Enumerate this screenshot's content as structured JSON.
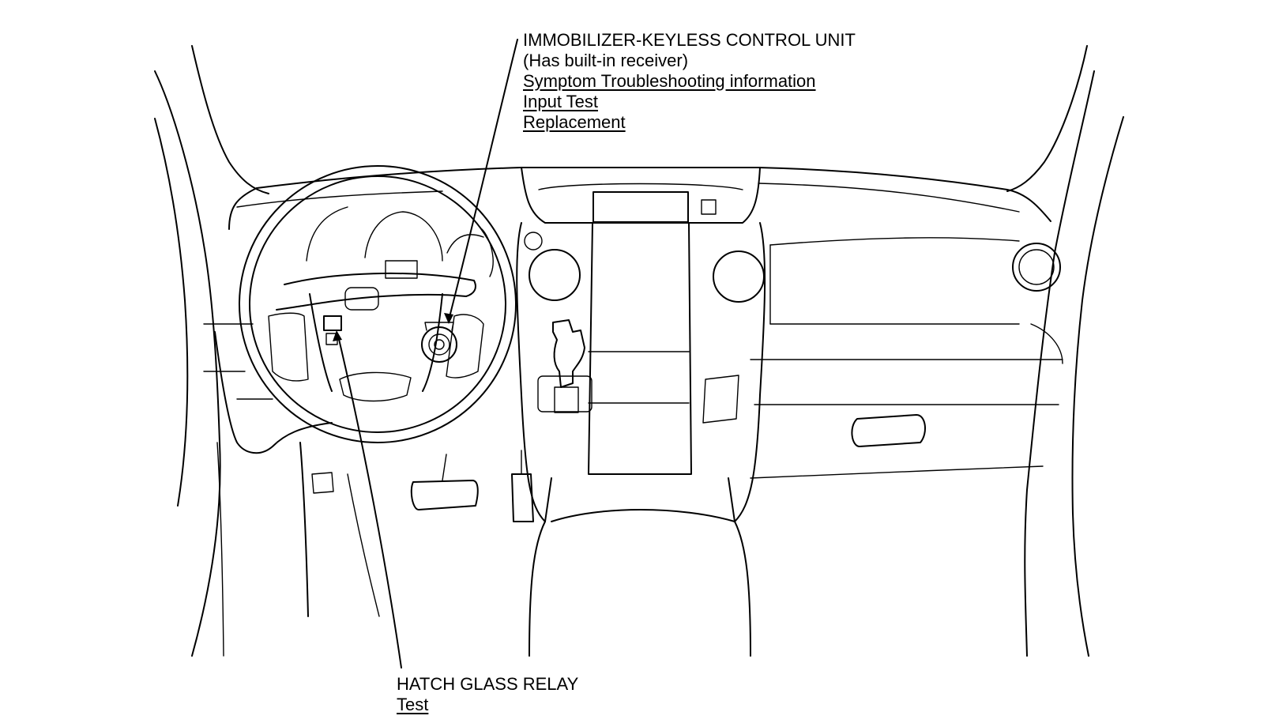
{
  "callouts": {
    "immobilizer": {
      "title": "IMMOBILIZER-KEYLESS CONTROL UNIT",
      "subtitle": "(Has built-in receiver)",
      "links": [
        "Symptom Troubleshooting information",
        "Input Test",
        "Replacement"
      ]
    },
    "hatch_glass_relay": {
      "title": "HATCH GLASS RELAY",
      "links": [
        "Test"
      ]
    }
  },
  "colors": {
    "line": "#000000",
    "background": "#ffffff"
  }
}
